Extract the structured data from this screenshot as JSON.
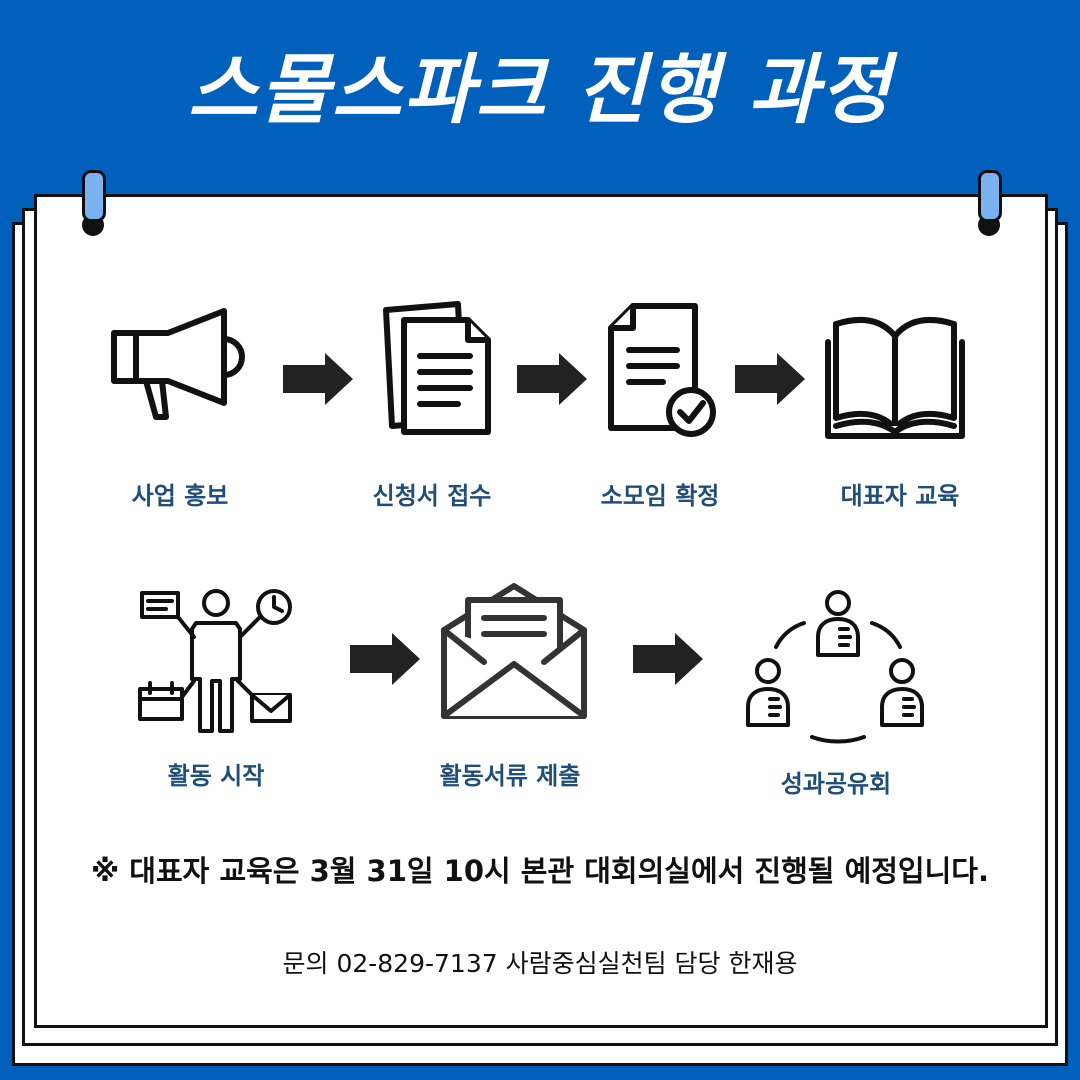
{
  "title": "스몰스파크 진행 과정",
  "steps": [
    {
      "label": "사업 홍보",
      "icon": "megaphone-icon"
    },
    {
      "label": "신청서 접수",
      "icon": "documents-icon"
    },
    {
      "label": "소모임 확정",
      "icon": "document-check-icon"
    },
    {
      "label": "대표자 교육",
      "icon": "open-book-icon"
    },
    {
      "label": "활동 시작",
      "icon": "person-activities-icon"
    },
    {
      "label": "활동서류 제출",
      "icon": "envelope-letter-icon"
    },
    {
      "label": "성과공유회",
      "icon": "people-circle-icon"
    }
  ],
  "notice": "※ 대표자 교육은 3월 31일 10시 본관 대회의실에서 진행될 예정입니다.",
  "contact": "문의 02-829-7137 사람중심실천팀 담당 한재용",
  "colors": {
    "background": "#0260BD",
    "label": "#1F4E79",
    "ring": "#7AB3EF"
  }
}
